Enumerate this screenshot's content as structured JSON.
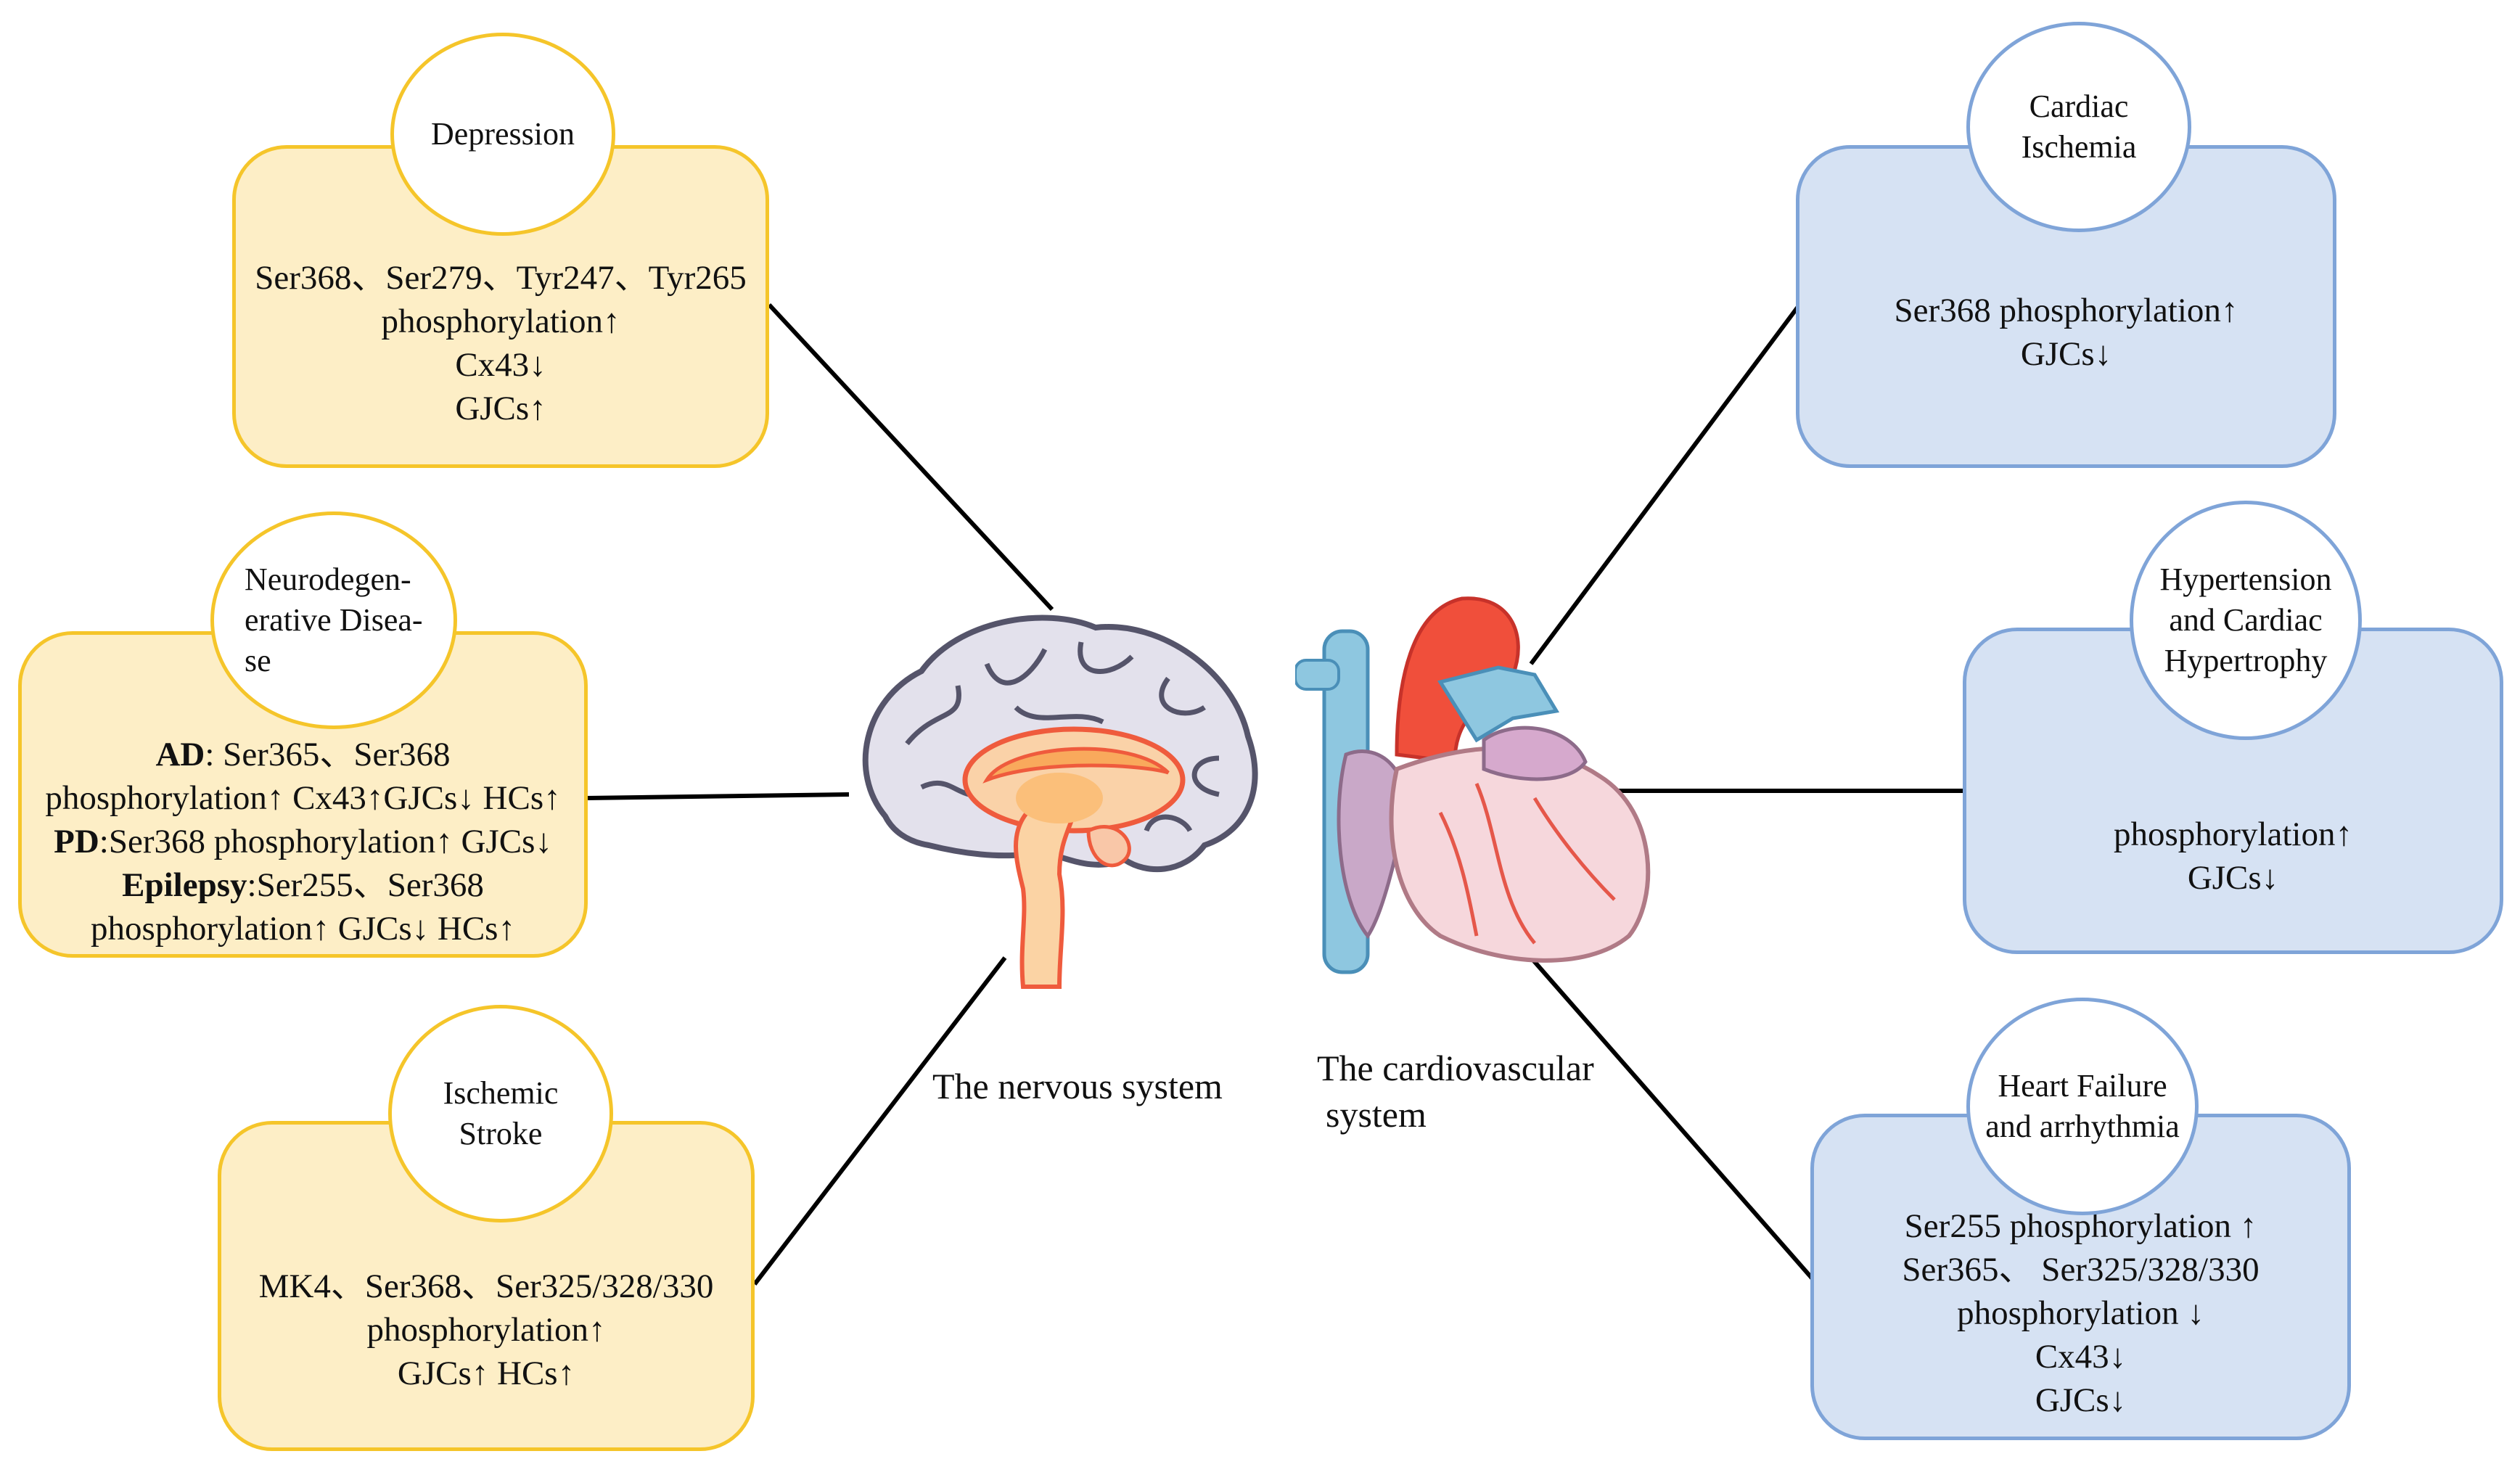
{
  "nervous": {
    "label": "The nervous system",
    "depression": {
      "title": "Depression",
      "lines": [
        "Ser368、Ser279、Tyr247、Tyr265",
        "phosphorylation↑",
        "Cx43↓",
        "GJCs↑"
      ]
    },
    "neuro": {
      "title": [
        "Neurodegen-",
        "erative Disea-",
        "se"
      ],
      "ad_label": "AD",
      "ad_text": ": Ser365、Ser368",
      "ad_line2": "phosphorylation↑ Cx43↑GJCs↓ HCs↑",
      "pd_label": "PD",
      "pd_text": ":Ser368 phosphorylation↑ GJCs↓",
      "ep_label": "Epilepsy",
      "ep_text": ":Ser255、Ser368",
      "ep_line2": "phosphorylation↑ GJCs↓ HCs↑"
    },
    "stroke": {
      "title": [
        "Ischemic",
        "Stroke"
      ],
      "lines": [
        "MK4、Ser368、Ser325/328/330",
        "phosphorylation↑",
        "GJCs↑ HCs↑"
      ]
    }
  },
  "cardio": {
    "label": [
      "The cardiovascular",
      "system"
    ],
    "ischemia": {
      "title": [
        "Cardiac",
        "Ischemia"
      ],
      "lines": [
        "Ser368 phosphorylation↑",
        "GJCs↓"
      ]
    },
    "hypertension": {
      "title": [
        "Hypertension",
        "and Cardiac",
        "Hypertrophy"
      ],
      "lines": [
        "phosphorylation↑",
        "GJCs↓"
      ]
    },
    "failure": {
      "title": [
        "Heart Failure",
        "and arrhythmia"
      ],
      "lines": [
        "Ser255 phosphorylation ↑",
        "Ser365、 Ser325/328/330",
        "phosphorylation ↓",
        "Cx43↓",
        "GJCs↓"
      ]
    }
  },
  "icons": [
    "brain-illustration",
    "heart-illustration"
  ],
  "colors": {
    "yellow_fill": "#fdeec6",
    "yellow_border": "#f5c52a",
    "blue_fill": "#d6e2f3",
    "blue_border": "#7fa4d8"
  }
}
